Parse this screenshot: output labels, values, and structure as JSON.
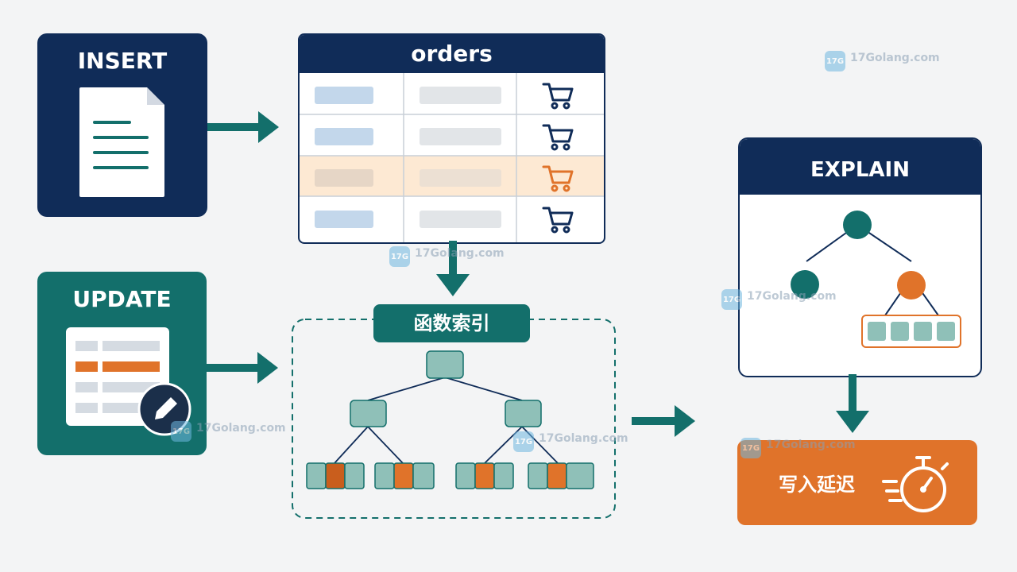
{
  "insert_card": {
    "title": "INSERT"
  },
  "update_card": {
    "title": "UPDATE"
  },
  "orders_table": {
    "title": "orders"
  },
  "function_index": {
    "label": "函数索引"
  },
  "explain_panel": {
    "title": "EXPLAIN"
  },
  "write_latency": {
    "label": "写入延迟"
  },
  "watermark": {
    "text": "17Golang.com",
    "logo_text": "17G"
  },
  "colors": {
    "navy": "#102c58",
    "teal": "#136f6b",
    "orange": "#e0732a",
    "node_fill": "#8fc0b8",
    "highlight_row": "#fde9d3"
  },
  "icons": [
    "document-icon",
    "arrow-right-icon",
    "cart-icon",
    "arrow-down-icon",
    "list-form-icon",
    "pencil-icon",
    "btree-icon",
    "stopwatch-icon"
  ]
}
